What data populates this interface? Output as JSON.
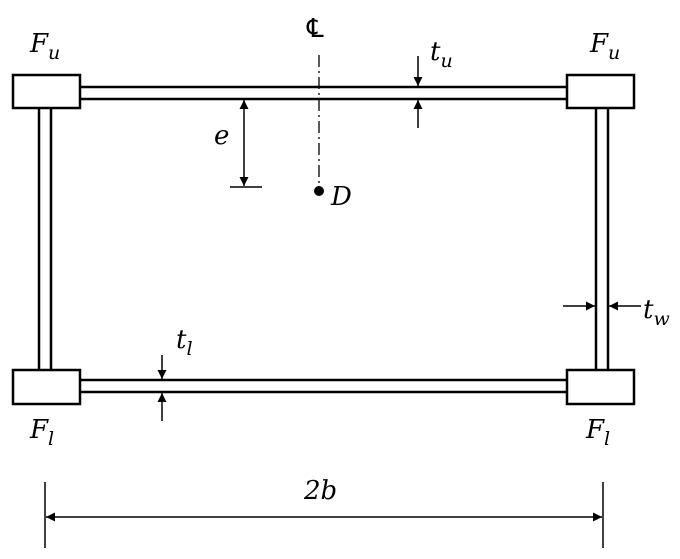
{
  "labels": {
    "centerline": "℄",
    "shear_center": "D",
    "eccentricity": "e",
    "width": "2b",
    "upper_flange": {
      "main": "F",
      "sub": "u"
    },
    "lower_flange": {
      "main": "F",
      "sub": "l"
    },
    "upper_thickness": {
      "main": "t",
      "sub": "u"
    },
    "lower_thickness": {
      "main": "t",
      "sub": "l"
    },
    "web_thickness": {
      "main": "t",
      "sub": "w"
    }
  }
}
